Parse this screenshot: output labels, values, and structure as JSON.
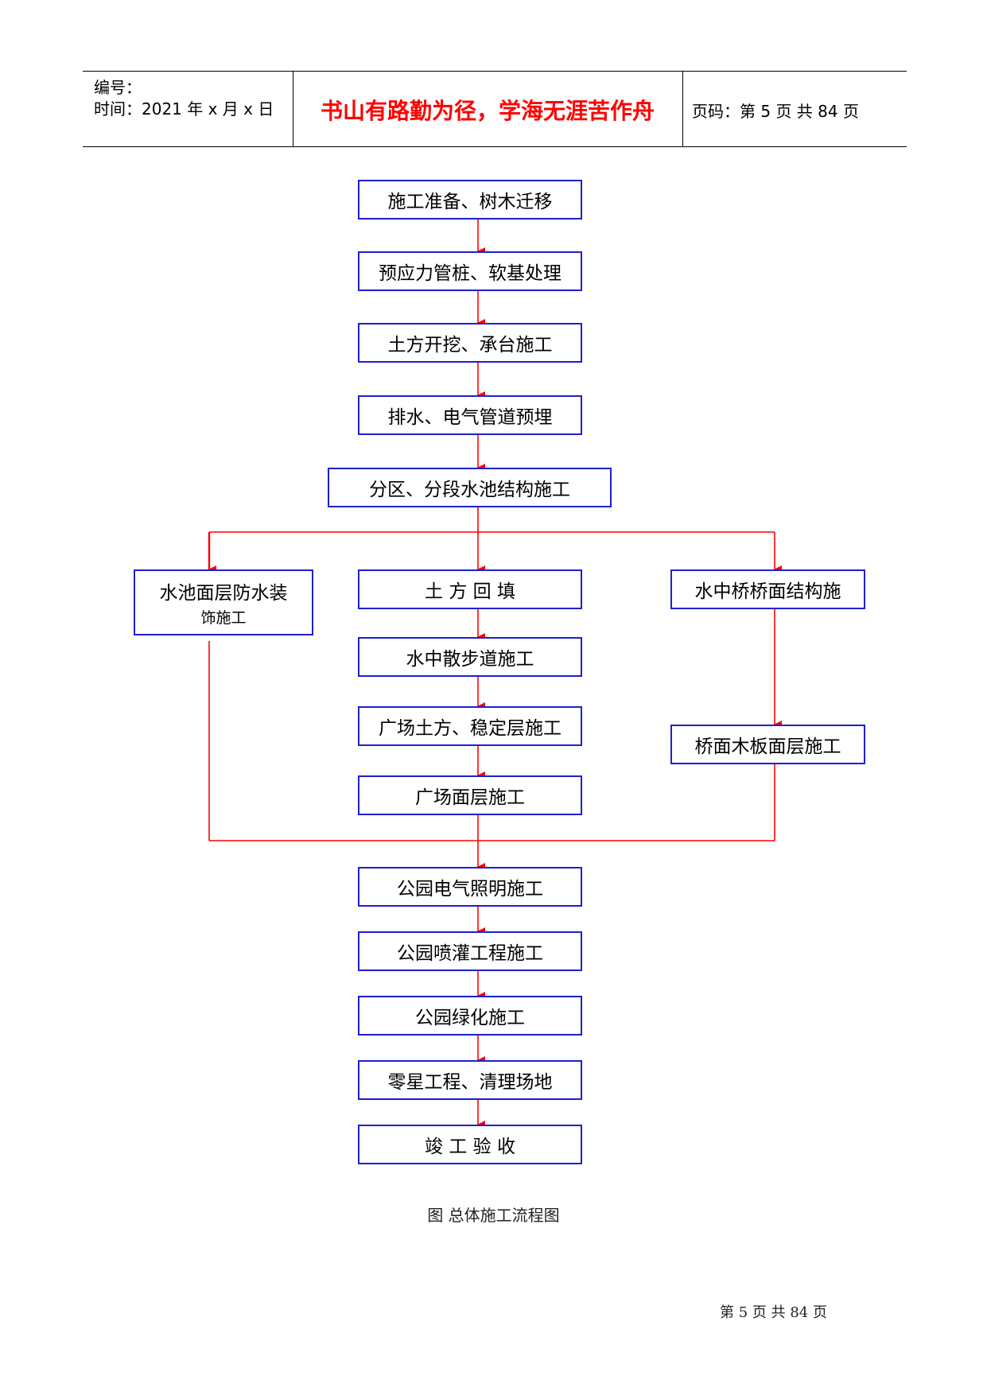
{
  "header": {
    "number_label": "编号：",
    "time_label": "时间：2021 年 x 月 x 日",
    "motto": "书山有路勤为径，学海无涯苦作舟",
    "page_info": "页码：第 5 页  共 84 页"
  },
  "flowchart": {
    "steps": {
      "s1": "施工准备、树木迁移",
      "s2": "预应力管桩、软基处理",
      "s3": "土方开挖、承台施工",
      "s4": "排水、电气管道预埋",
      "s5": "分区、分段水池结构施工",
      "left_line1": "水池面层防水装",
      "left_line2": "饰施工",
      "mid1": "土 方 回 填",
      "mid2": "水中散步道施工",
      "mid3": "广场土方、稳定层施工",
      "mid4": "广场面层施工",
      "right1": "水中桥桥面结构施",
      "right2": "桥面木板面层施工",
      "e1": "公园电气照明施工",
      "e2": "公园喷灌工程施工",
      "e3": "公园绿化施工",
      "e4": "零星工程、清理场地",
      "e5": "竣 工 验 收"
    },
    "caption": "图    总体施工流程图",
    "arrow_color": "#ff0000",
    "box_border_color": "#1f1fcf"
  },
  "footer": {
    "page_text": "第 5 页 共 84 页"
  }
}
